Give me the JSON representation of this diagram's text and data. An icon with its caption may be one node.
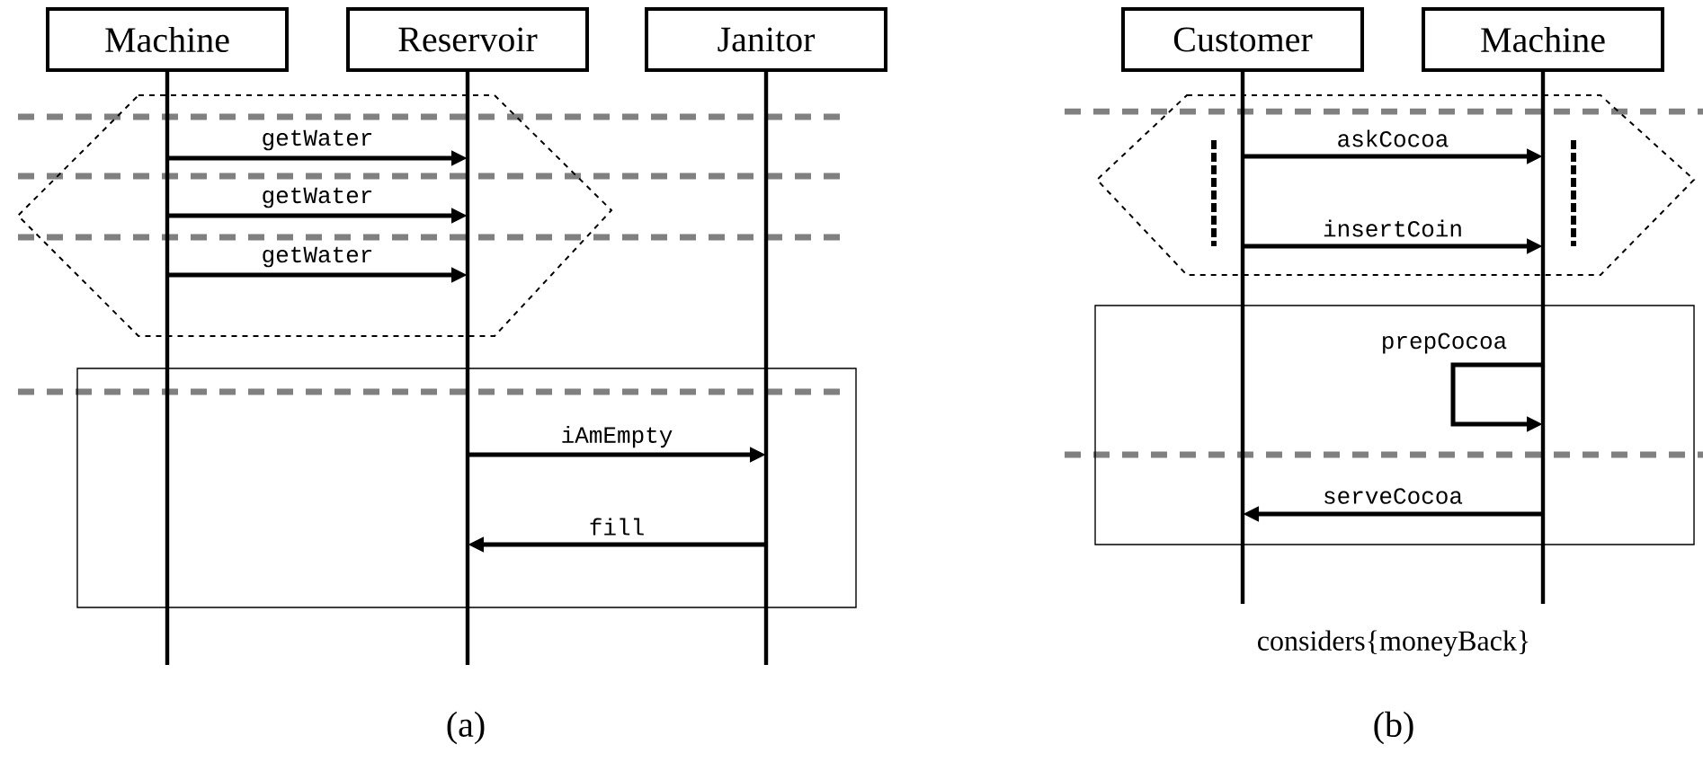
{
  "diagram": {
    "nodes": [
      {
        "text": [
          "Machine"
        ]
      },
      {
        "text": [
          "Reservoir"
        ]
      },
      {
        "text": [
          "Janitor"
        ]
      },
      {
        "text": [
          "Customer"
        ]
      },
      {
        "text": [
          "Machine"
        ]
      }
    ],
    "edges": [
      {
        "from": 0,
        "to": 1,
        "arrow": "to",
        "label": "getWater"
      },
      {
        "from": 0,
        "to": 1,
        "arrow": "to",
        "label": "getWater"
      },
      {
        "from": 0,
        "to": 1,
        "arrow": "to",
        "label": "getWater"
      },
      {
        "from": 1,
        "to": 2,
        "arrow": "to",
        "label": "iAmEmpty"
      },
      {
        "from": 2,
        "to": 1,
        "arrow": "to",
        "label": "fill"
      },
      {
        "from": 3,
        "to": 4,
        "arrow": "to",
        "label": "askCocoa"
      },
      {
        "from": 3,
        "to": 4,
        "arrow": "to",
        "label": "insertCoin"
      },
      {
        "from": 4,
        "to": 4,
        "arrow": "to",
        "label": "prepCocoa"
      },
      {
        "from": 4,
        "to": 3,
        "arrow": "to",
        "label": "serveCocoa"
      }
    ],
    "labels": [
      "considers{moneyBack}",
      "(a)",
      "(b)"
    ]
  }
}
